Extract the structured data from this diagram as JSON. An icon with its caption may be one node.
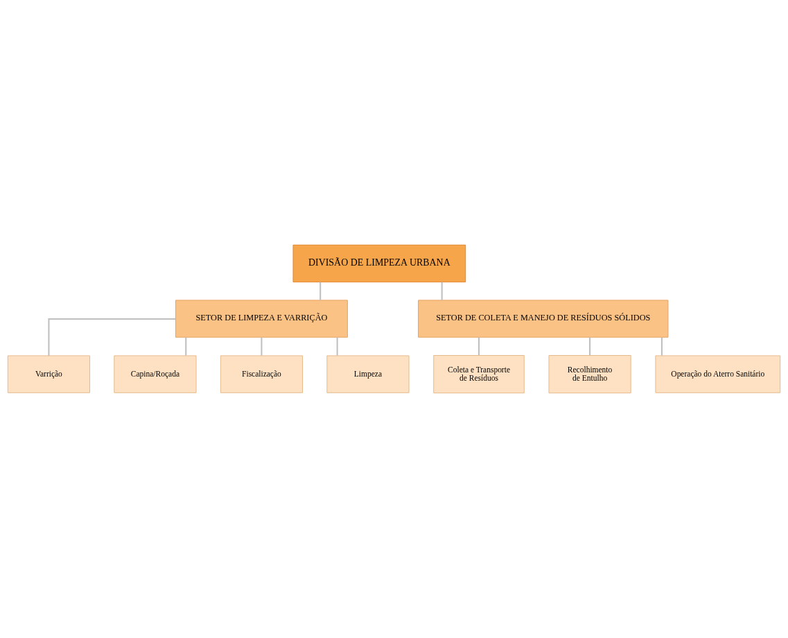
{
  "diagram": {
    "nodes": [
      {
        "text": [
          "DIVISÃO DE LIMPEZA URBANA"
        ]
      },
      {
        "text": [
          "SETOR DE LIMPEZA E VARRIÇÃO"
        ]
      },
      {
        "text": [
          "SETOR DE COLETA E MANEJO DE RESÍDUOS SÓLIDOS"
        ]
      },
      {
        "text": [
          "Varrição"
        ]
      },
      {
        "text": [
          "Coleta e Transporte de Resíduos"
        ]
      },
      {
        "text": [
          "Capina/Roçada"
        ]
      },
      {
        "text": [
          "Recolhimento de Entulho"
        ]
      },
      {
        "text": [
          "Fiscalização"
        ]
      },
      {
        "text": [
          "Operação do Aterro Sanitário"
        ]
      },
      {
        "text": [
          "Limpeza"
        ]
      }
    ],
    "edges": [
      {
        "from": 0,
        "to": 1,
        "arrow": "none"
      },
      {
        "from": 0,
        "to": 2,
        "arrow": "none"
      },
      {
        "from": 1,
        "to": 3,
        "arrow": "none"
      },
      {
        "from": 1,
        "to": 5,
        "arrow": "none"
      },
      {
        "from": 1,
        "to": 7,
        "arrow": "none"
      },
      {
        "from": 1,
        "to": 9,
        "arrow": "none"
      },
      {
        "from": 2,
        "to": 4,
        "arrow": "none"
      },
      {
        "from": 2,
        "to": 6,
        "arrow": "none"
      },
      {
        "from": 2,
        "to": 8,
        "arrow": "none"
      }
    ]
  }
}
